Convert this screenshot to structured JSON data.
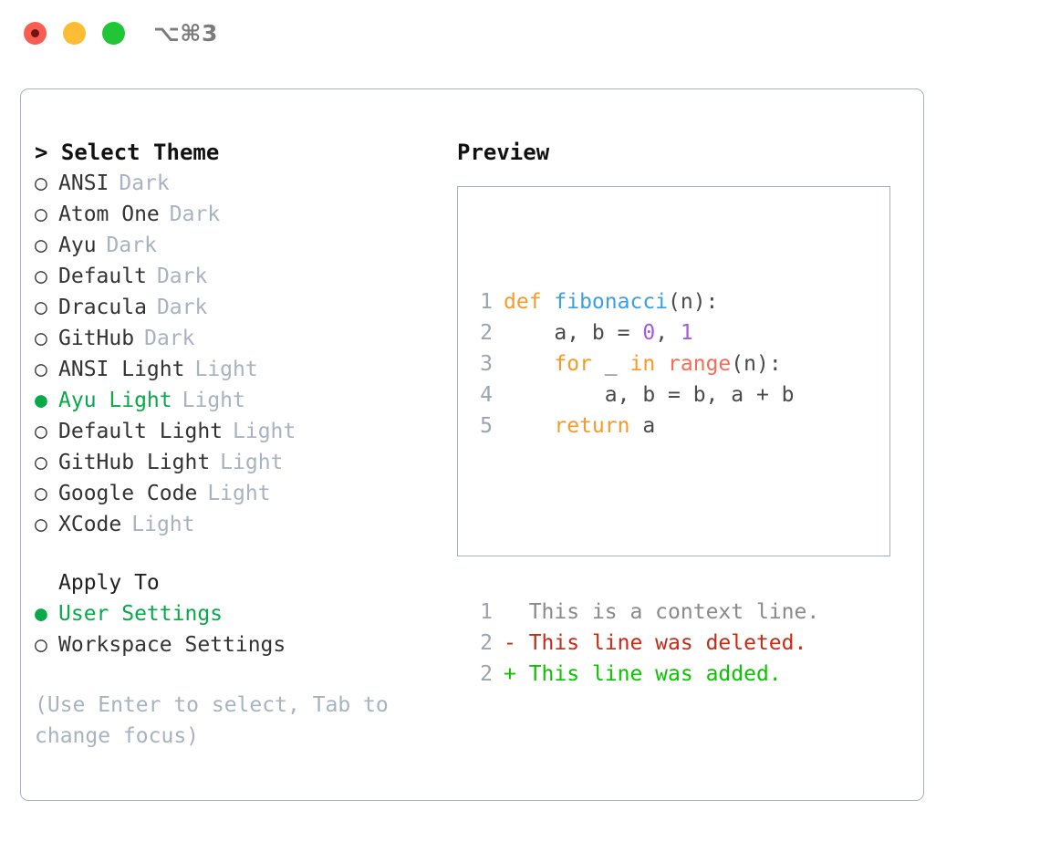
{
  "titlebar": {
    "shortcut": "⌥⌘3",
    "buttons": [
      {
        "name": "close",
        "color": "#fa5c52"
      },
      {
        "name": "minimize",
        "color": "#fcbd35"
      },
      {
        "name": "maximize",
        "color": "#20c636"
      }
    ]
  },
  "theme_picker": {
    "heading": "Select Theme",
    "heading_prefix": ">",
    "marker_selected": "●",
    "marker_unselected": "○",
    "items": [
      {
        "label": "ANSI",
        "variant": "Dark",
        "selected": false
      },
      {
        "label": "Atom One",
        "variant": "Dark",
        "selected": false
      },
      {
        "label": "Ayu",
        "variant": "Dark",
        "selected": false
      },
      {
        "label": "Default",
        "variant": "Dark",
        "selected": false
      },
      {
        "label": "Dracula",
        "variant": "Dark",
        "selected": false
      },
      {
        "label": "GitHub",
        "variant": "Dark",
        "selected": false
      },
      {
        "label": "ANSI Light",
        "variant": "Light",
        "selected": false
      },
      {
        "label": "Ayu Light",
        "variant": "Light",
        "selected": true
      },
      {
        "label": "Default Light",
        "variant": "Light",
        "selected": false
      },
      {
        "label": "GitHub Light",
        "variant": "Light",
        "selected": false
      },
      {
        "label": "Google Code",
        "variant": "Light",
        "selected": false
      },
      {
        "label": "XCode",
        "variant": "Light",
        "selected": false
      }
    ]
  },
  "apply_to": {
    "heading": "Apply To",
    "items": [
      {
        "label": "User Settings",
        "selected": true
      },
      {
        "label": "Workspace Settings",
        "selected": false
      }
    ]
  },
  "hint": "(Use Enter to select, Tab to change focus)",
  "preview": {
    "heading": "Preview",
    "code_lines": [
      {
        "number": "1",
        "tokens": [
          {
            "text": "def ",
            "type": "kw"
          },
          {
            "text": "fibonacci",
            "type": "fn"
          },
          {
            "text": "(n):",
            "type": "pl"
          }
        ]
      },
      {
        "number": "2",
        "tokens": [
          {
            "text": "    a, b = ",
            "type": "pl"
          },
          {
            "text": "0",
            "type": "num"
          },
          {
            "text": ", ",
            "type": "pl"
          },
          {
            "text": "1",
            "type": "num"
          }
        ]
      },
      {
        "number": "3",
        "tokens": [
          {
            "text": "    ",
            "type": "pl"
          },
          {
            "text": "for",
            "type": "kw"
          },
          {
            "text": " _ ",
            "type": "pl"
          },
          {
            "text": "in",
            "type": "kw"
          },
          {
            "text": " ",
            "type": "pl"
          },
          {
            "text": "range",
            "type": "bi"
          },
          {
            "text": "(n):",
            "type": "pl"
          }
        ]
      },
      {
        "number": "4",
        "tokens": [
          {
            "text": "        a, b = b, a + b",
            "type": "pl"
          }
        ]
      },
      {
        "number": "5",
        "tokens": [
          {
            "text": "    ",
            "type": "pl"
          },
          {
            "text": "return",
            "type": "kw"
          },
          {
            "text": " a",
            "type": "pl"
          }
        ]
      }
    ],
    "diff_lines": [
      {
        "number": "1",
        "sign": " ",
        "text": " This is a context line.",
        "type": "ctx"
      },
      {
        "number": "2",
        "sign": "-",
        "text": " This line was deleted.",
        "type": "del"
      },
      {
        "number": "2",
        "sign": "+",
        "text": " This line was added.",
        "type": "add"
      }
    ]
  },
  "colors": {
    "accent_green": "#07a948",
    "muted": "#a8b2c1",
    "border": "#a9b1bf",
    "keyword": "#f89a28",
    "function": "#39a0e5",
    "number": "#a45ed0",
    "builtin": "#fa6a55",
    "diff_added": "#0ac400",
    "diff_deleted": "#c62b14"
  }
}
